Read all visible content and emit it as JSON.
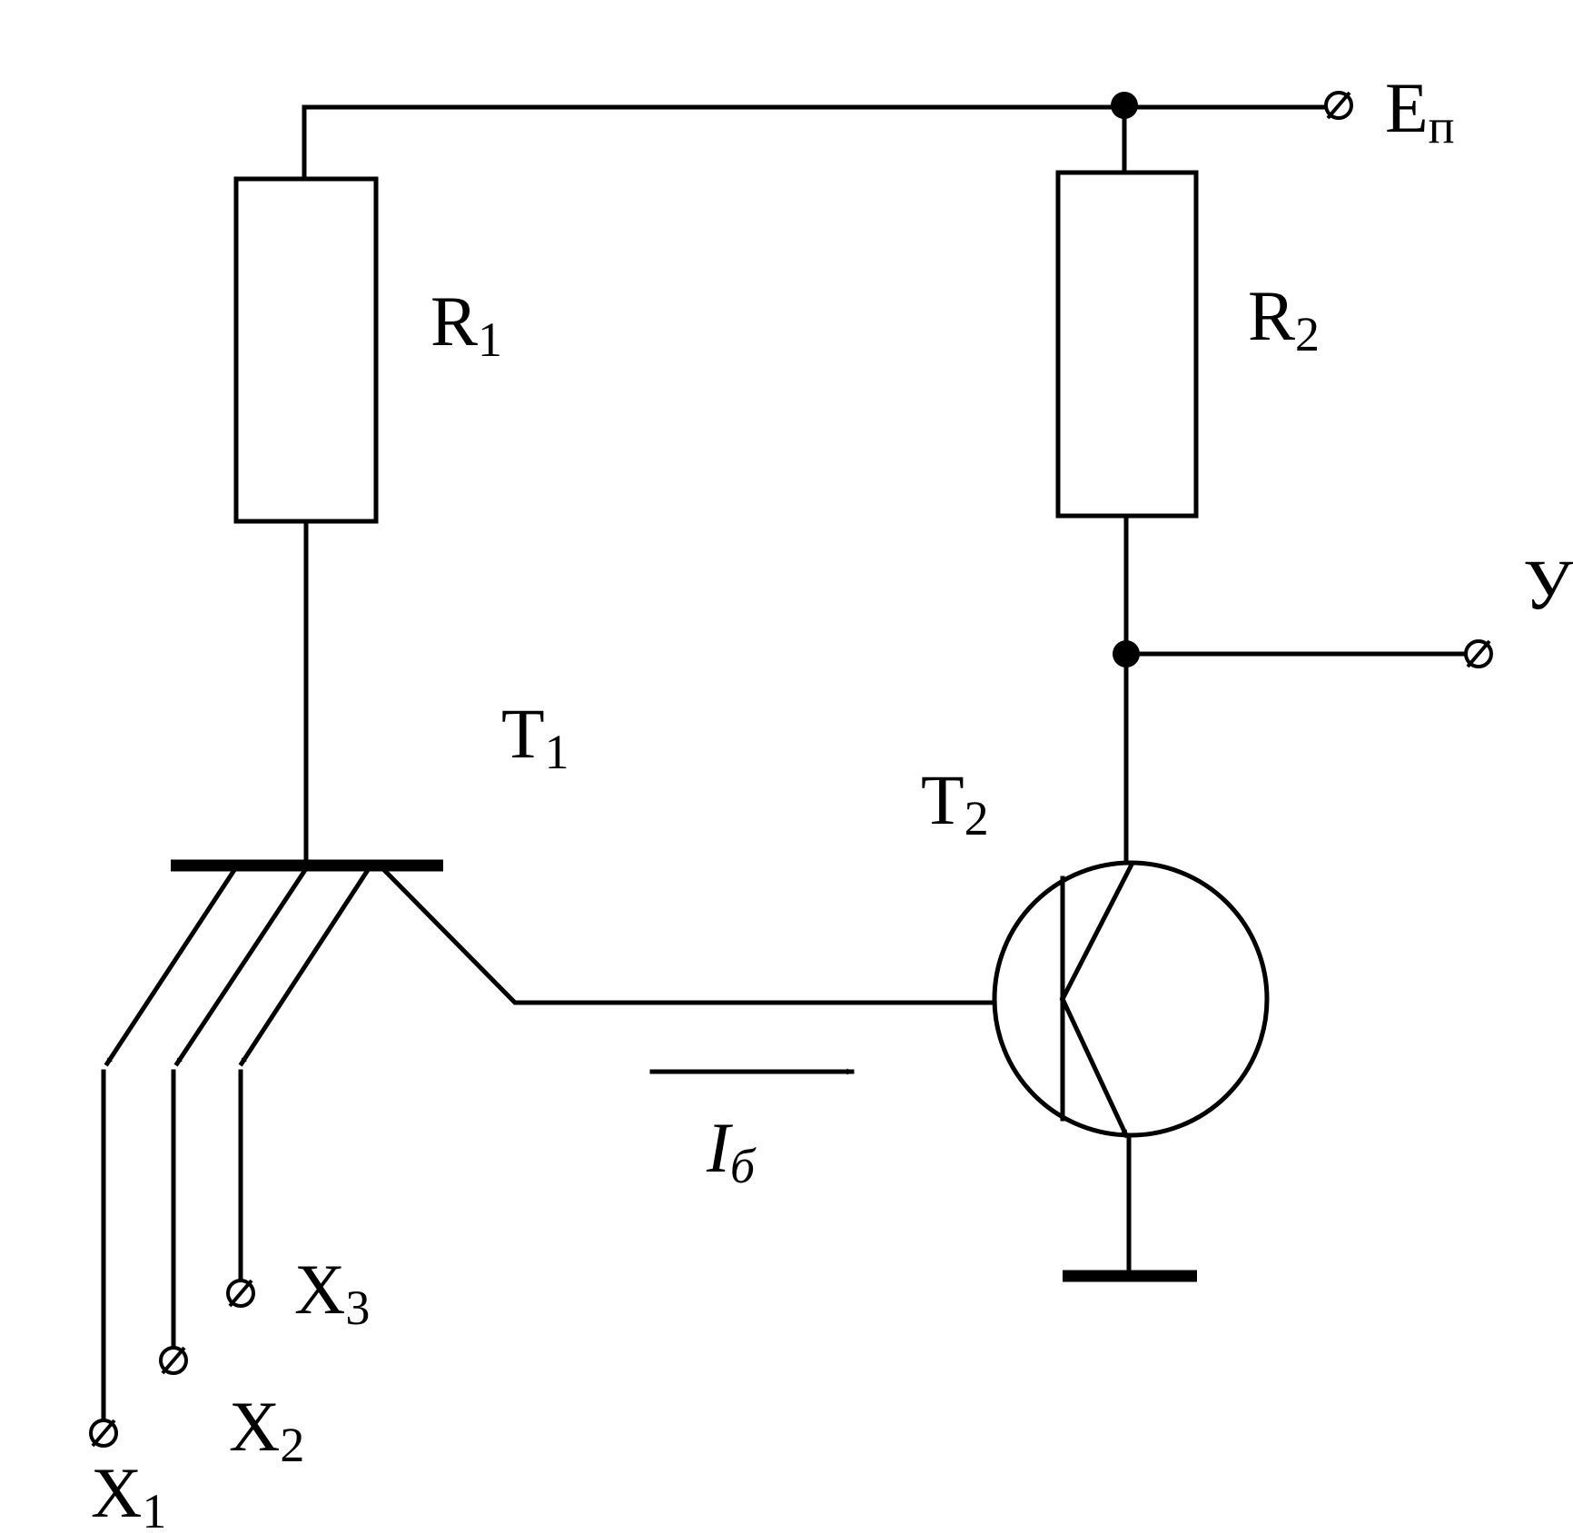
{
  "labels": {
    "supply": {
      "main": "E",
      "sub": "п"
    },
    "r1": {
      "main": "R",
      "sub": "1"
    },
    "r2": {
      "main": "R",
      "sub": "2"
    },
    "t1": {
      "main": "T",
      "sub": "1"
    },
    "t2": {
      "main": "T",
      "sub": "2"
    },
    "output": {
      "main": "У"
    },
    "base_current": {
      "main": "I",
      "sub": "б"
    },
    "x1": {
      "main": "X",
      "sub": "1"
    },
    "x2": {
      "main": "X",
      "sub": "2"
    },
    "x3": {
      "main": "X",
      "sub": "3"
    }
  }
}
